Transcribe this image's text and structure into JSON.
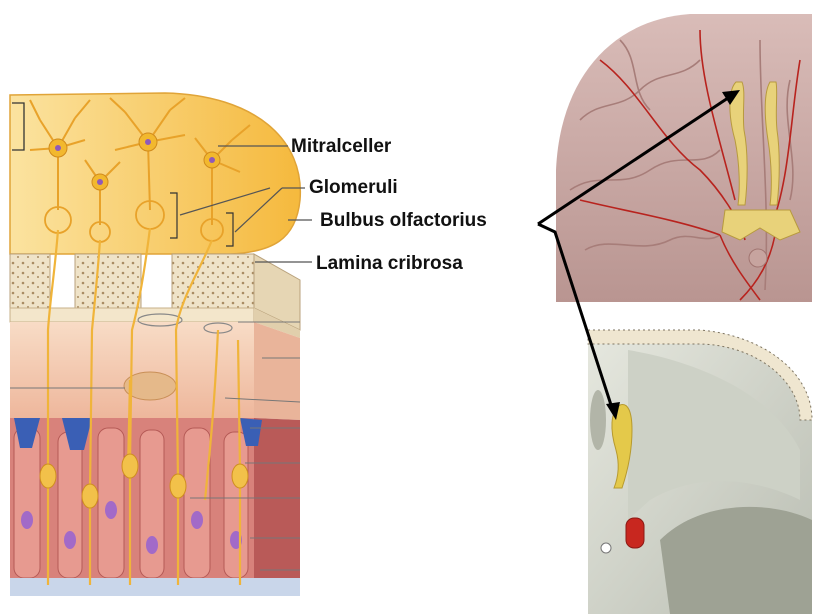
{
  "labels": {
    "mitralceller": "Mitralceller",
    "glomeruli": "Glomeruli",
    "bulbus": "Bulbus olfactorius",
    "lamina": "Lamina cribrosa"
  },
  "colors": {
    "bulb_fill": "#f7c85a",
    "neuron": "#f2b82e",
    "bone": "#efe3c8",
    "mucosa": "#f2cdb0",
    "cells": "#d97a74",
    "nucleus": "#a26ac8",
    "brain": "#c9a7a3",
    "vessel": "#b8231e",
    "skull": "#d9dcd2"
  },
  "icons": [
    "arrow-icon"
  ]
}
